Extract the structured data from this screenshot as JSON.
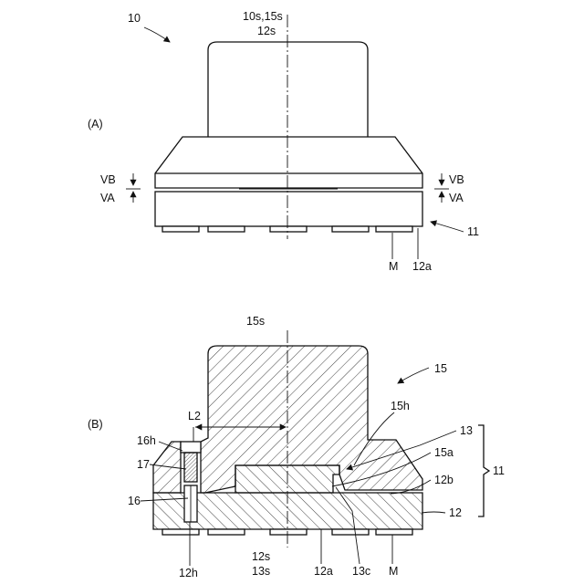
{
  "figure": {
    "ref_device": "10",
    "view_a": {
      "view_label": "(A)",
      "top_axis_label_1": "10s,15s",
      "top_axis_label_2": "12s",
      "vb_label": "VB",
      "va_label": "VA",
      "vb_label_right": "VB",
      "va_label_right": "VA",
      "ref_base": "11",
      "label_m": "M",
      "label_12a": "12a"
    },
    "view_b": {
      "view_label": "(B)",
      "top_axis_label": "15s",
      "ref_upper": "15",
      "label_l2": "L2",
      "label_15h": "15h",
      "label_13": "13",
      "label_15a": "15a",
      "label_11": "11",
      "label_12b": "12b",
      "label_12": "12",
      "label_16h": "16h",
      "label_17": "17",
      "label_16": "16",
      "label_12h": "12h",
      "bottom_axis_1": "12s",
      "bottom_axis_2": "13s",
      "label_12a": "12a",
      "label_13c": "13c",
      "label_m": "M"
    }
  }
}
